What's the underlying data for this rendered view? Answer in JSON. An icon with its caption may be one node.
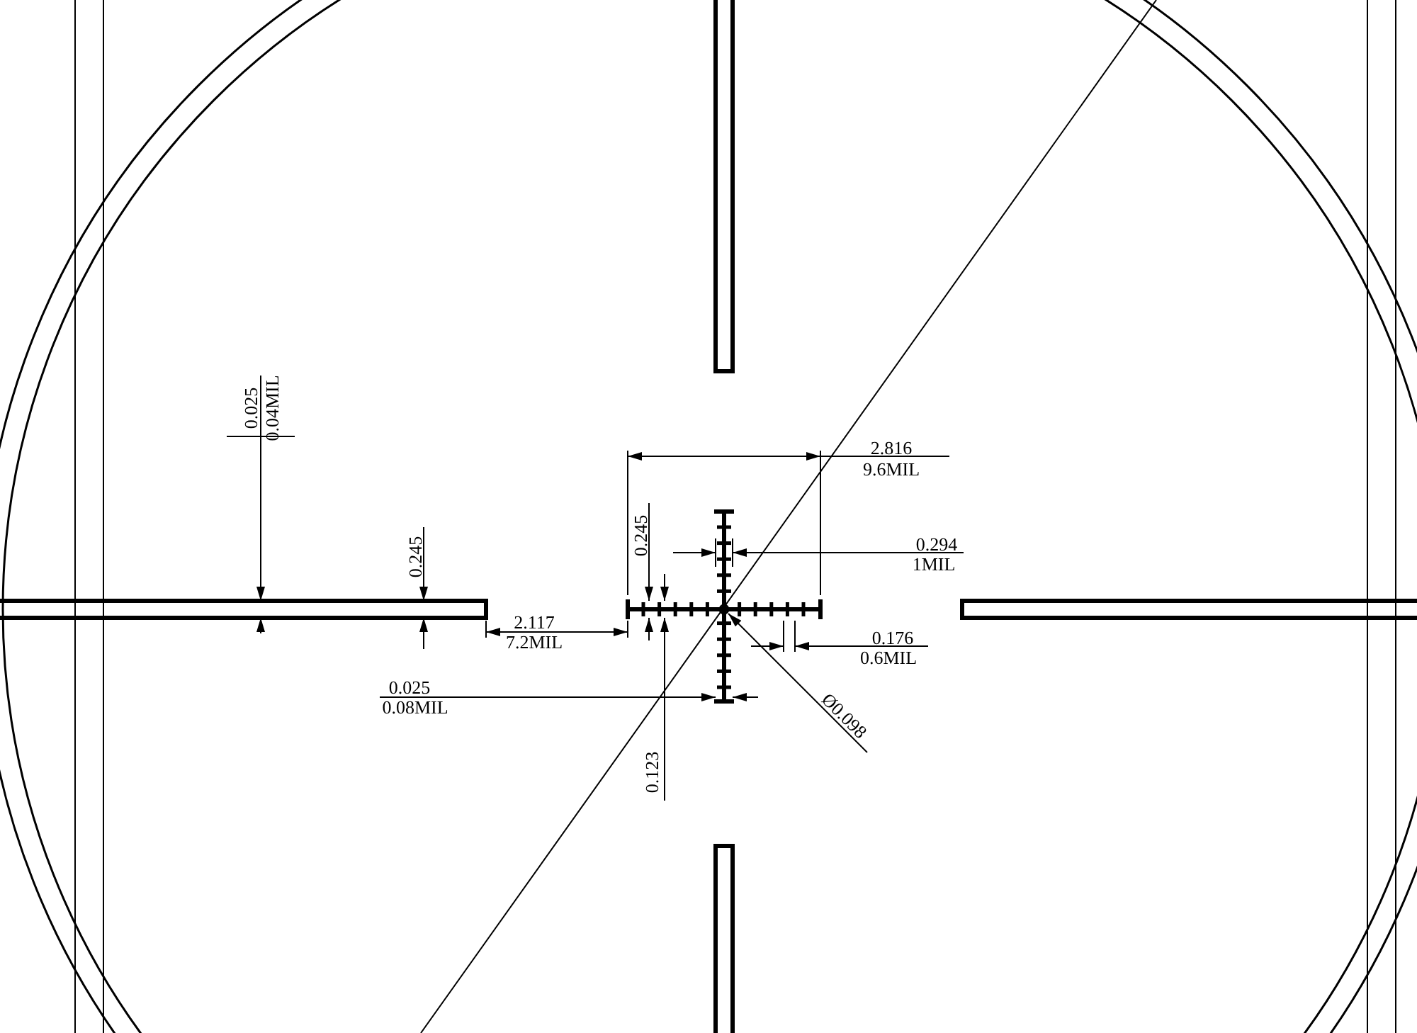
{
  "diagram": {
    "labels": [
      "0.025",
      "0.04MIL",
      "2.816",
      "9.6MIL",
      "0.245",
      "0.294",
      "1MIL",
      "0.245",
      "2.117",
      "7.2MIL",
      "0.176",
      "0.6MIL",
      "0.025",
      "0.08MIL",
      "Ø0.098",
      "0.123"
    ]
  }
}
